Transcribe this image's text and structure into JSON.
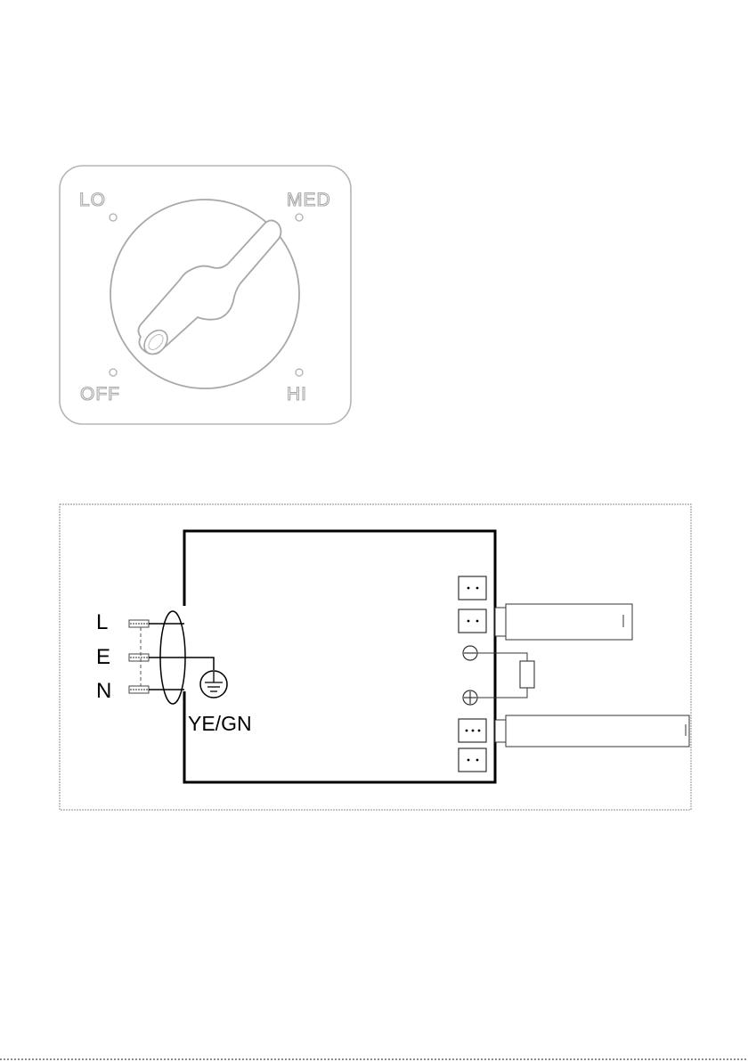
{
  "switch_panel": {
    "positions": {
      "lo": "LO",
      "med": "MED",
      "off": "OFF",
      "hi": "HI"
    }
  },
  "wiring_diagram": {
    "terminals": {
      "line": "L",
      "earth": "E",
      "neutral": "N"
    },
    "earth_wire_label": "YE/GN"
  }
}
